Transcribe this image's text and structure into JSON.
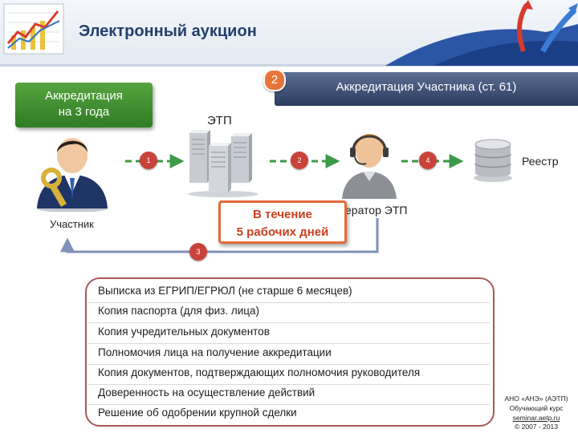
{
  "header": {
    "title": "Электронный аукцион"
  },
  "accreditation_term": {
    "line1": "Аккредитация",
    "line2": "на 3 года"
  },
  "banner": {
    "badge": "2",
    "text": "Аккредитация Участника (ст. 61)"
  },
  "nodes": {
    "etp": "ЭТП",
    "participant": "Участник",
    "operator": "ератор ЭТП",
    "registry": "Реестр"
  },
  "steps": [
    "1",
    "2",
    "3",
    "4"
  ],
  "deadline": {
    "line1": "В течение",
    "line2": "5 рабочих дней"
  },
  "documents": [
    "Выписка из ЕГРИП/ЕГРЮЛ (не старше 6 месяцев)",
    "Копия паспорта (для физ. лица)",
    "Копия учредительных документов",
    "Полномочия лица на получение аккредитации",
    "Копия документов, подтверждающих полномочия руководителя",
    "Доверенность на осуществление действий",
    "Решение об одобрении крупной сделки"
  ],
  "footer": {
    "org": "АНО «АНЭ» (АЭТП)",
    "course": "Обучающий курс",
    "site": "seminar.aetp.ru",
    "years": "© 2007 - 2013"
  },
  "colors": {
    "header_title": "#23406b",
    "green_box": "#3f8f2f",
    "banner": "#3b4d70",
    "step_badge": "#e8743a",
    "step_number": "#c9433b",
    "deadline_border": "#e26a3a",
    "deadline_text": "#c8401e",
    "docs_border": "#a65a55",
    "arrow_green": "#3d9a46",
    "arrow_blue": "#8090b8"
  },
  "icons": [
    "chart-logo-icon",
    "swoosh-logo-icon",
    "person-key-icon",
    "servers-icon",
    "operator-headset-icon",
    "database-icon"
  ]
}
